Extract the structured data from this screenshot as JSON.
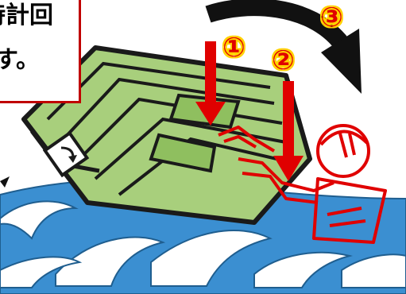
{
  "callout": {
    "line1": "時計回",
    "line2": "す。"
  },
  "steps": {
    "step1": "①",
    "step2": "②",
    "step3": "③"
  },
  "colors": {
    "callout_border": "#c00000",
    "arrow_red": "#e00000",
    "arrow_black": "#111111",
    "number_outline": "#ffd200",
    "boat_green": "#a8cf7c",
    "boat_stroke": "#1a1a1a",
    "water_blue": "#3b8fd1",
    "wave_white": "#ffffff",
    "person_red": "#e00000"
  },
  "icons": {
    "boat": "capsized-boat-icon",
    "person": "rescuer-with-helmet-icon",
    "rotate": "clockwise-rotate-icon"
  }
}
